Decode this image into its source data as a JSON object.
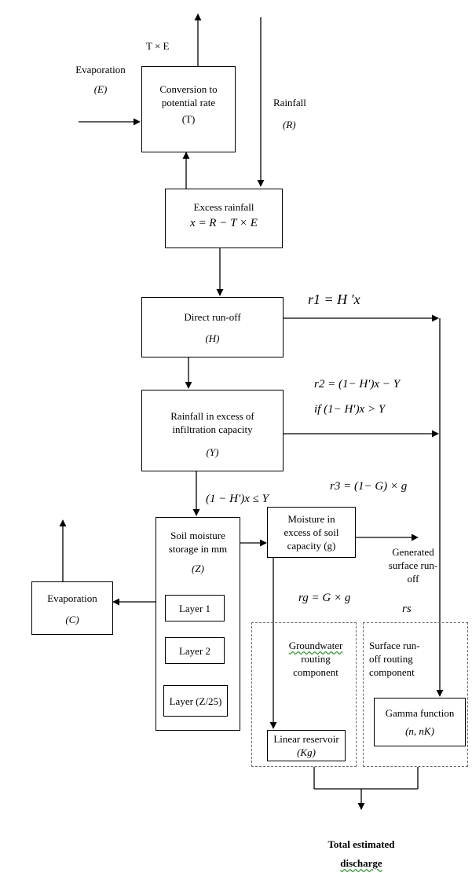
{
  "diagram": {
    "labels": {
      "txe": "T × E",
      "evaporation_in": "Evaporation",
      "evaporation_in_sym": "(E)",
      "rainfall": "Rainfall",
      "rainfall_sym": "(R)"
    },
    "boxes": {
      "conversion": {
        "line1": "Conversion to",
        "line2": "potential rate",
        "sym": "(T)"
      },
      "excess_rainfall": {
        "line1": "Excess rainfall",
        "formula": "x = R − T × E"
      },
      "direct_runoff": {
        "line1": "Direct run-off",
        "sym": "(H)"
      },
      "infiltration": {
        "line1": "Rainfall in excess of",
        "line2": "infiltration capacity",
        "sym": "(Y)"
      },
      "soil_moisture": {
        "line1": "Soil moisture",
        "line2": "storage in mm",
        "sym": "(Z)"
      },
      "layer1": "Layer 1",
      "layer2": "Layer 2",
      "layer_z": "Layer (Z/25)",
      "moisture_excess": {
        "line1": "Moisture in",
        "line2": "excess of soil",
        "line3": "capacity (g)"
      },
      "evaporation_c": {
        "line1": "Evaporation",
        "sym": "(C)"
      },
      "linear_reservoir": {
        "line1": "Linear reservoir",
        "sym": "(Kg)"
      },
      "gamma_function": {
        "line1": "Gamma function",
        "sym": "(n, nK)"
      }
    },
    "equations": {
      "r1": "r1 = H ′x",
      "r2_a": "r2 = (1− H′)x − Y",
      "r2_b": "if (1− H′)x > Y",
      "cond_z": "(1 − H′)x ≤ Y",
      "r3": "r3 = (1− G) × g",
      "rg": "rg = G × g",
      "rs": "rs"
    },
    "components": {
      "groundwater": {
        "line1": "Groundwater",
        "line2": "routing",
        "line3": "component"
      },
      "surface": {
        "line1": "Surface run-",
        "line2": "off routing",
        "line3": "component"
      },
      "generated": {
        "line1": "Generated",
        "line2": "surface run-",
        "line3": "off"
      }
    },
    "output": {
      "line1": "Total estimated",
      "line2": "discharge"
    }
  }
}
